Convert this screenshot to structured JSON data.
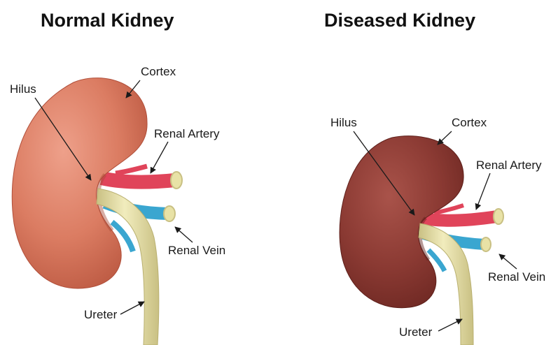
{
  "panels": [
    {
      "title": "Normal Kidney",
      "labels": {
        "hilus": "Hilus",
        "cortex": "Cortex",
        "renal_artery": "Renal Artery",
        "renal_vein": "Renal Vein",
        "ureter": "Ureter"
      },
      "colors": {
        "kidney_light": "#e8937a",
        "kidney_mid": "#d8765c",
        "kidney_dark": "#b5533e"
      }
    },
    {
      "title": "Diseased Kidney",
      "labels": {
        "hilus": "Hilus",
        "cortex": "Cortex",
        "renal_artery": "Renal Artery",
        "renal_vein": "Renal Vein",
        "ureter": "Ureter"
      },
      "colors": {
        "kidney_light": "#a85045",
        "kidney_mid": "#8c3a33",
        "kidney_dark": "#6a2520"
      }
    }
  ],
  "vessel_colors": {
    "artery": "#e0445a",
    "vein": "#3aa6d0",
    "ureter": "#e8e2a6",
    "ureter_shadow": "#c9c083"
  }
}
